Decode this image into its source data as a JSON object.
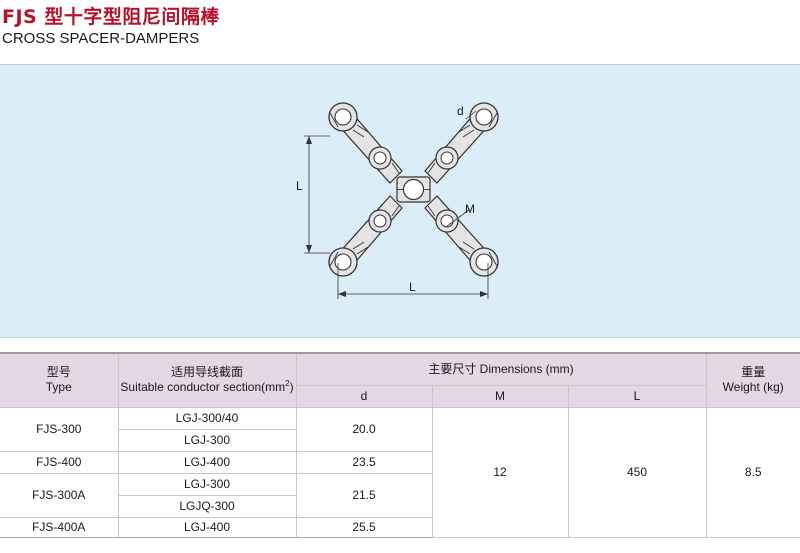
{
  "header": {
    "title_cn": "FJS 型十字型阻尼间隔棒",
    "title_en": "CROSS SPACER-DAMPERS"
  },
  "figure": {
    "label_d": "d",
    "label_m": "M",
    "label_l_vertical": "L",
    "label_l_horizontal": "L",
    "colors": {
      "panel_background": "#dbeef7",
      "part_fill": "#e4e4e4",
      "line": "#333333"
    }
  },
  "table": {
    "header": {
      "type_cn": "型号",
      "type_en": "Type",
      "conductor_cn": "适用导线截面",
      "conductor_en": "Suitable conductor section(mm",
      "conductor_sup": "2",
      "conductor_close": ")",
      "dimensions": "主要尺寸 Dimensions (mm)",
      "weight_cn": "重量",
      "weight_en": "Weight (kg)",
      "col_d": "d",
      "col_m": "M",
      "col_l": "L"
    },
    "rows": [
      {
        "type": "FJS-300",
        "conductors": [
          "LGJ-300/40",
          "LGJ-300"
        ],
        "d": "20.0"
      },
      {
        "type": "FJS-400",
        "conductors": [
          "LGJ-400"
        ],
        "d": "23.5"
      },
      {
        "type": "FJS-300A",
        "conductors": [
          "LGJ-300",
          "LGJQ-300"
        ],
        "d": "21.5"
      },
      {
        "type": "FJS-400A",
        "conductors": [
          "LGJ-400"
        ],
        "d": "25.5"
      }
    ],
    "shared": {
      "m": "12",
      "l": "450",
      "weight": "8.5"
    },
    "colors": {
      "header_background": "#e5d7e4",
      "border": "#c8c8c8"
    }
  }
}
